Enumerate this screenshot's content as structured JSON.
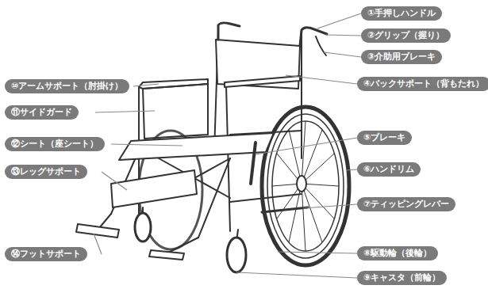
{
  "diagram": {
    "nodes": [
      {
        "text": [
          "①手押しハンドル"
        ]
      },
      {
        "text": [
          "②グリップ（握り）"
        ]
      },
      {
        "text": [
          "③介助用ブレーキ"
        ]
      },
      {
        "text": [
          "④バックサポート（背もたれ）"
        ]
      },
      {
        "text": [
          "⑤ブレーキ"
        ]
      },
      {
        "text": [
          "⑥ハンドリム"
        ]
      },
      {
        "text": [
          "⑦ティッピングレバー"
        ]
      },
      {
        "text": [
          "⑧駆動輪（後輪）"
        ]
      },
      {
        "text": [
          "⑨キャスタ（前輪）"
        ]
      },
      {
        "text": [
          "⑩アームサポート（肘掛け）"
        ]
      },
      {
        "text": [
          "⑪サイドガード"
        ]
      },
      {
        "text": [
          "⑫シート（座シート）"
        ]
      },
      {
        "text": [
          "⑬レッグサポート"
        ]
      },
      {
        "text": [
          "⑭フットサポート"
        ]
      }
    ]
  }
}
